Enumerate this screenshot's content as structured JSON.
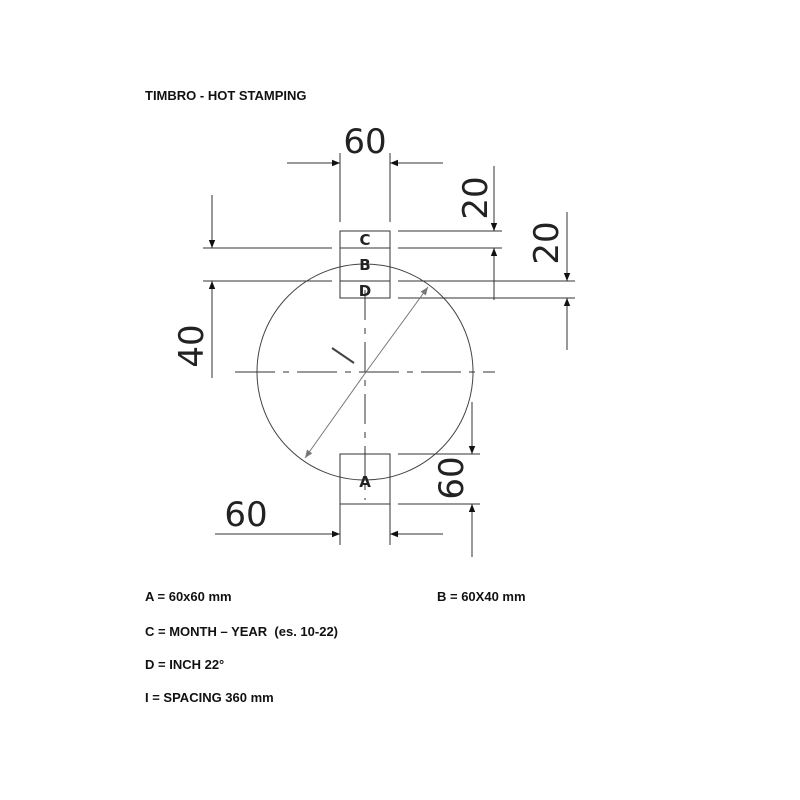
{
  "title": "TIMBRO - HOT STAMPING",
  "drawing": {
    "box_labels": {
      "c": "C",
      "b": "B",
      "d": "D",
      "a": "A"
    },
    "dimensions": {
      "top_width": "60",
      "right_upper": "20",
      "right_lower": "20",
      "left_height": "40",
      "bottom_width": "60",
      "a_height": "60"
    }
  },
  "legend": {
    "a": "A = 60x60 mm",
    "b": "B = 60X40 mm",
    "c": "C = MONTH – YEAR  (es. 10-22)",
    "d": "D = INCH 22°",
    "i": "I = SPACING 360 mm"
  }
}
